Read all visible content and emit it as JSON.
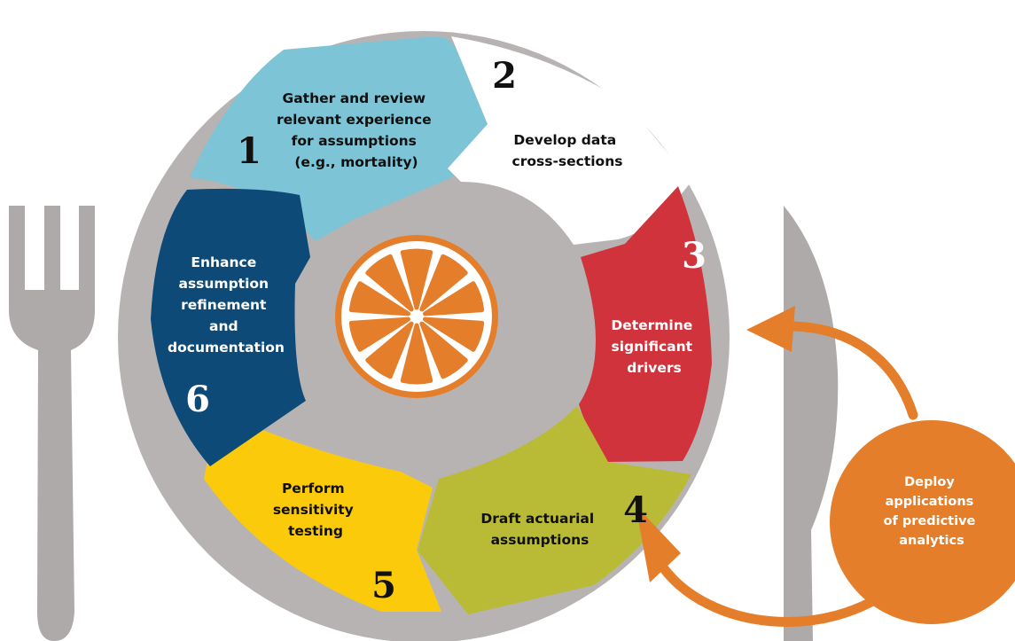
{
  "colors": {
    "plate": "#b8b3b3",
    "inner": "#b8b3b3",
    "step1": "#7cc4d6",
    "step2": "#ffffff",
    "step3": "#d1333c",
    "step4": "#b9bb36",
    "step5": "#fbcb0b",
    "step6": "#0e4a77",
    "orange": "#e47e2a",
    "cutlery": "#aeaaaa"
  },
  "steps": [
    {
      "number": "1",
      "lines": [
        "Gather and review",
        "relevant experience",
        "for assumptions",
        "(e.g., mortality)"
      ]
    },
    {
      "number": "2",
      "lines": [
        "Develop data",
        "cross-sections"
      ]
    },
    {
      "number": "3",
      "lines": [
        "Determine",
        "significant",
        "drivers"
      ]
    },
    {
      "number": "4",
      "lines": [
        "Draft actuarial",
        "assumptions"
      ]
    },
    {
      "number": "5",
      "lines": [
        "Perform",
        "sensitivity",
        "testing"
      ]
    },
    {
      "number": "6",
      "lines": [
        "Enhance",
        "assumption",
        "refinement",
        "and",
        "documentation"
      ]
    }
  ],
  "deploy": {
    "lines": [
      "Deploy",
      "applications",
      "of predictive",
      "analytics"
    ]
  },
  "icons": [
    "fork-icon",
    "knife-icon",
    "orange-slice-icon"
  ]
}
